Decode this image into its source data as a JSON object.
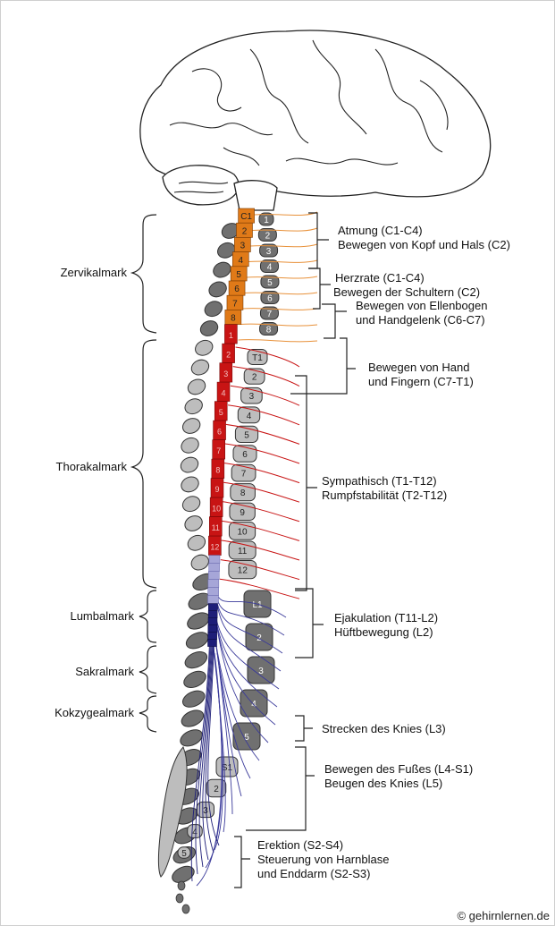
{
  "colors": {
    "cervical_cord": "#e07a18",
    "thoracic_cord": "#c81414",
    "lumbar_cord": "#a6a6d8",
    "sacral_cord": "#1e1e78",
    "cervical_nerve": "#e8913a",
    "thoracic_nerve": "#c81414",
    "lumbosacral_nerve": "#3a3a9a",
    "vertebra_dark": "#707070",
    "vertebra_light": "#bdbdbd",
    "line": "#222222"
  },
  "regions": [
    {
      "id": "cervical",
      "label": "Zervikalmark"
    },
    {
      "id": "thoracic",
      "label": "Thorakalmark"
    },
    {
      "id": "lumbar",
      "label": "Lumbalmark"
    },
    {
      "id": "sacral",
      "label": "Sakralmark"
    },
    {
      "id": "coccygeal",
      "label": "Kokzygealmark"
    }
  ],
  "cord_segments": {
    "cervical": [
      "C1",
      "2",
      "3",
      "4",
      "5",
      "6",
      "7",
      "8"
    ],
    "thoracic": [
      "1",
      "2",
      "3",
      "4",
      "5",
      "6",
      "7",
      "8",
      "9",
      "10",
      "11",
      "12"
    ]
  },
  "vertebrae": {
    "cervical": [
      "1",
      "2",
      "3",
      "4",
      "5",
      "6",
      "7",
      "8"
    ],
    "thoracic": [
      "T1",
      "2",
      "3",
      "4",
      "5",
      "6",
      "7",
      "8",
      "9",
      "10",
      "11",
      "12"
    ],
    "lumbar": [
      "L1",
      "2",
      "3",
      "4",
      "5"
    ],
    "sacral": [
      "S1",
      "2",
      "3",
      "4",
      "5"
    ]
  },
  "functions": [
    {
      "id": "atmung",
      "lines": [
        "Atmung (C1-C4)",
        "Bewegen von Kopf und Hals (C2)"
      ]
    },
    {
      "id": "herzrate",
      "lines": [
        "Herzrate (C1-C4)",
        "Bewegen der Schultern (C2)"
      ]
    },
    {
      "id": "ellenbogen",
      "lines": [
        "Bewegen von Ellenbogen",
        "und Handgelenk (C6-C7)"
      ]
    },
    {
      "id": "hand",
      "lines": [
        "Bewegen von Hand",
        "und Fingern (C7-T1)"
      ]
    },
    {
      "id": "sympathisch",
      "lines": [
        "Sympathisch (T1-T12)",
        "Rumpfstabilität (T2-T12)"
      ]
    },
    {
      "id": "ejakulation",
      "lines": [
        "Ejakulation (T11-L2)",
        "Hüftbewegung (L2)"
      ]
    },
    {
      "id": "knie",
      "lines": [
        "Strecken des Knies (L3)"
      ]
    },
    {
      "id": "fuss",
      "lines": [
        "Bewegen des Fußes (L4-S1)",
        "Beugen des Knies (L5)"
      ]
    },
    {
      "id": "erektion",
      "lines": [
        "Erektion (S2-S4)",
        "Steuerung von Harnblase",
        "und Enddarm (S2-S3)"
      ]
    }
  ],
  "copyright": "© gehirnlernen.de"
}
